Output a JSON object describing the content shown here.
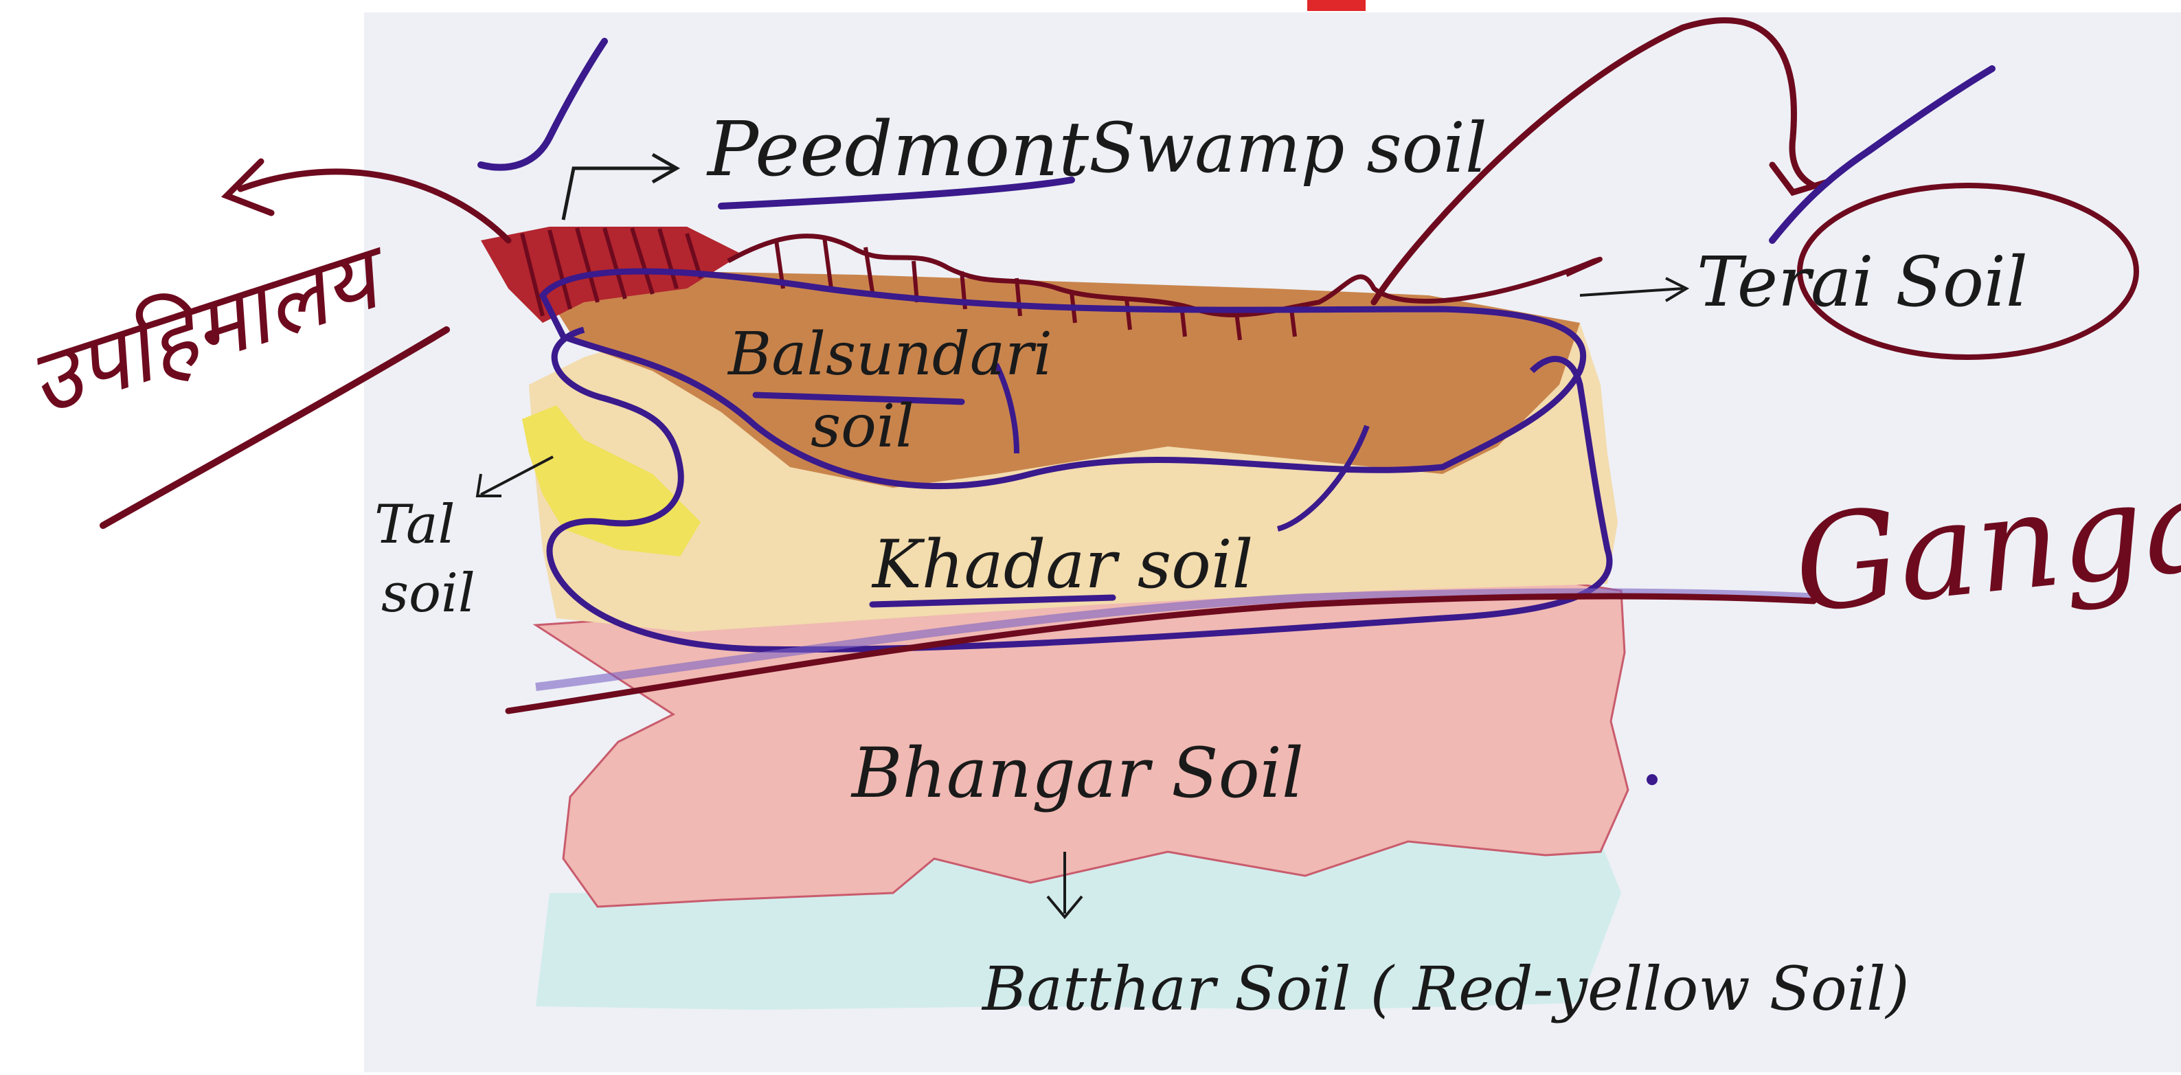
{
  "diagram": {
    "labels": {
      "peedmont": "Peedmont",
      "swamp": "Swamp soil",
      "terai": "Terai Soil",
      "balsundari_1": "Balsundari",
      "balsundari_2": "soil",
      "tal_1": "Tal",
      "tal_2": "soil",
      "khadar": "Khadar soil",
      "bhangar": "Bhangar Soil",
      "bathar": "Batthar Soil ( Red-yellow Soil)"
    },
    "annotations": {
      "hindi": "उपहिमालय",
      "ganga": "Ganga"
    },
    "colors": {
      "background": "#eef0f5",
      "ink_maroon": "#6e0a1e",
      "ink_purple": "#3a1a8c",
      "bhangar": "#f0b9b3",
      "khadar": "#f3dcae",
      "balsundari": "#c9844c",
      "tal": "#f0e25a",
      "bathar": "#d2ecec",
      "red_mark": "#e0282a"
    }
  }
}
